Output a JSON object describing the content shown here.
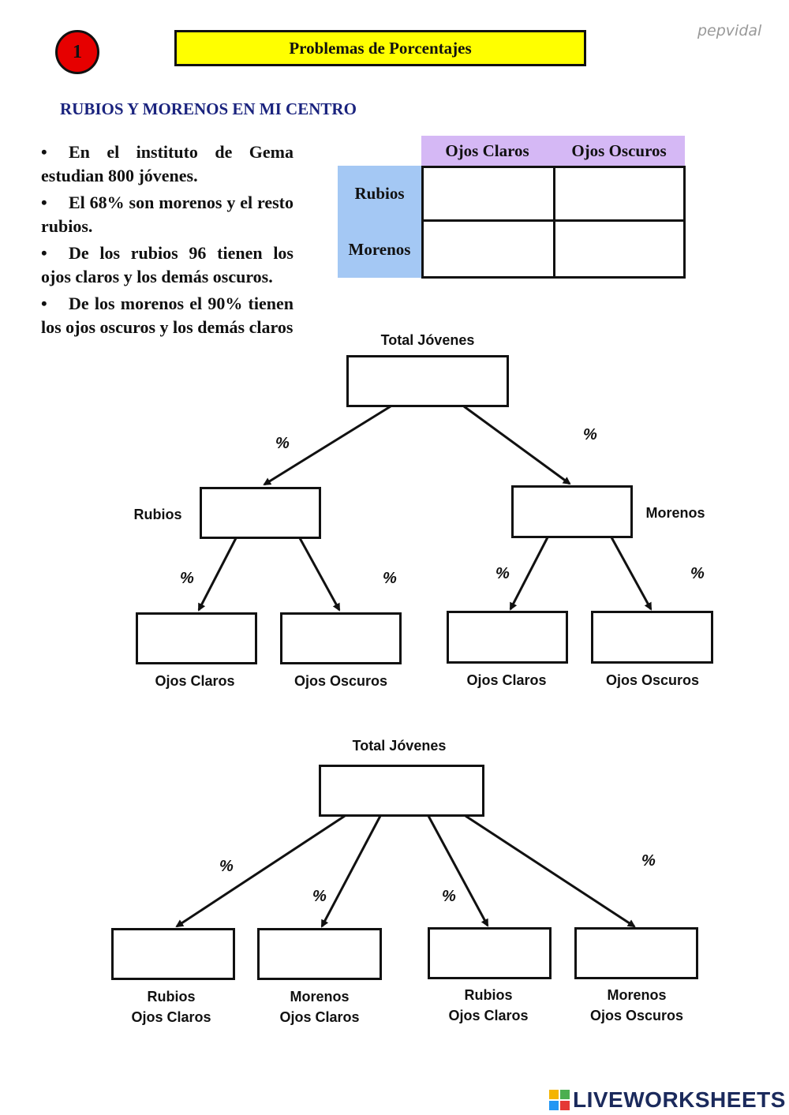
{
  "header": {
    "badge_number": "1",
    "title": "Problemas de Porcentajes",
    "brand": "pepvidal",
    "subtitle": "RUBIOS Y MORENOS EN MI CENTRO"
  },
  "bullets": [
    "En el instituto de Gema estudian 800 jóvenes.",
    "El 68% son morenos y el resto rubios.",
    "De los rubios 96 tienen los ojos claros y los demás oscuros.",
    "De los morenos el 90% tienen los ojos oscuros y los demás claros"
  ],
  "bullet_symbol": "•",
  "table": {
    "col_headers": [
      "Ojos Claros",
      "Ojos Oscuros"
    ],
    "row_headers": [
      "Rubios",
      "Morenos"
    ],
    "header_color": "#d5b8f5",
    "row_header_color": "#a4c8f4"
  },
  "tree1": {
    "root_label": "Total Jóvenes",
    "left_label": "Rubios",
    "right_label": "Morenos",
    "leaves": [
      "Ojos Claros",
      "Ojos Oscuros",
      "Ojos Claros",
      "Ojos Oscuros"
    ],
    "percent_symbol": "%"
  },
  "tree2": {
    "root_label": "Total Jóvenes",
    "leaves": [
      [
        "Rubios",
        "Ojos Claros"
      ],
      [
        "Morenos",
        "Ojos Claros"
      ],
      [
        "Rubios",
        "Ojos Claros"
      ],
      [
        "Morenos",
        "Ojos Oscuros"
      ]
    ],
    "percent_symbol": "%"
  },
  "footer": {
    "logo_text": "LIVEWORKSHEETS",
    "logo_colors": [
      "#f4b400",
      "#4caf50",
      "#2196f3",
      "#e53935"
    ]
  }
}
